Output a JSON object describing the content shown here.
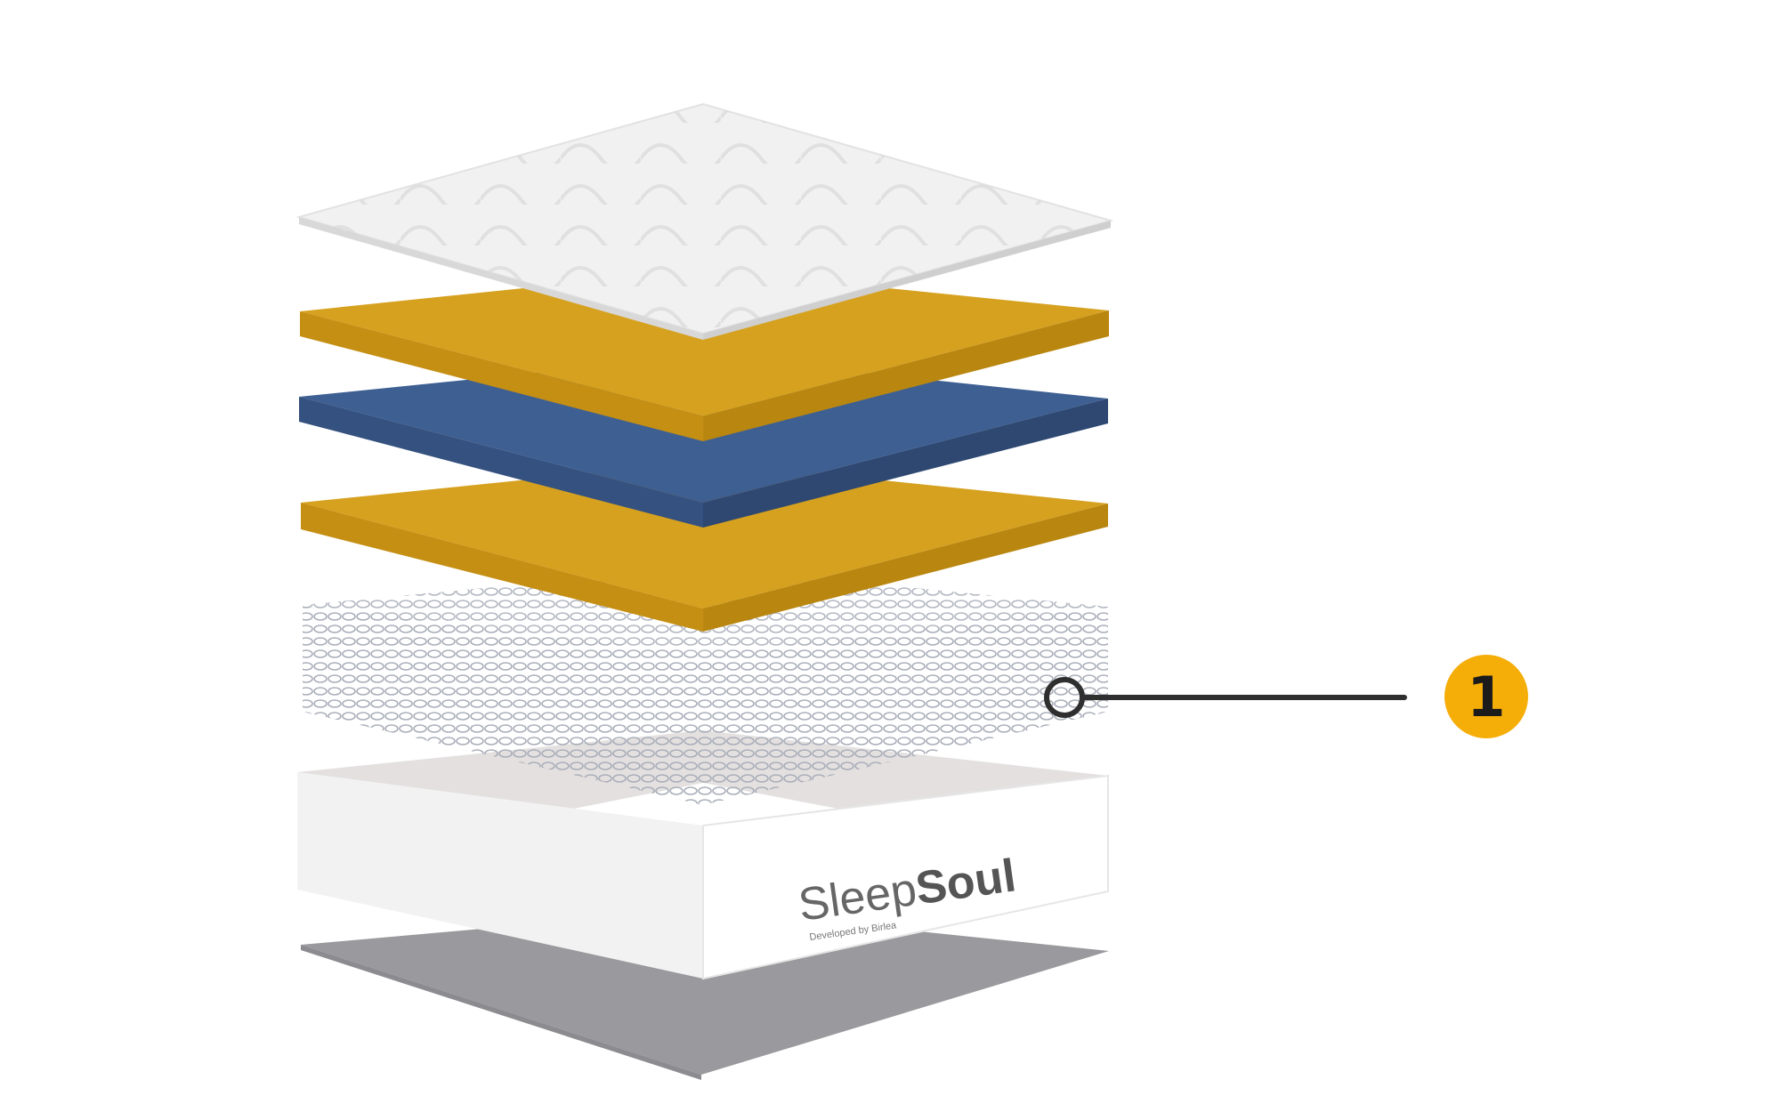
{
  "diagram": {
    "brand": {
      "logo_main_1": "Sleep",
      "logo_main_2": "Soul",
      "logo_sub": "Developed by Birlea"
    },
    "layers": [
      {
        "id": "quilted-top",
        "color": "#f1f1f1"
      },
      {
        "id": "foam-upper",
        "color": "#d6a11f"
      },
      {
        "id": "foam-middle",
        "color": "#3e5f92"
      },
      {
        "id": "foam-lower",
        "color": "#d6a11f"
      },
      {
        "id": "pocket-springs",
        "color": "#b9bec9"
      },
      {
        "id": "base-frame",
        "color": "#ffffff"
      },
      {
        "id": "bottom-sheet",
        "color": "#9a9a9e"
      }
    ],
    "callout": {
      "number": "1",
      "badge_color": "#f5ad08",
      "line_color": "#2f2f2f"
    }
  }
}
